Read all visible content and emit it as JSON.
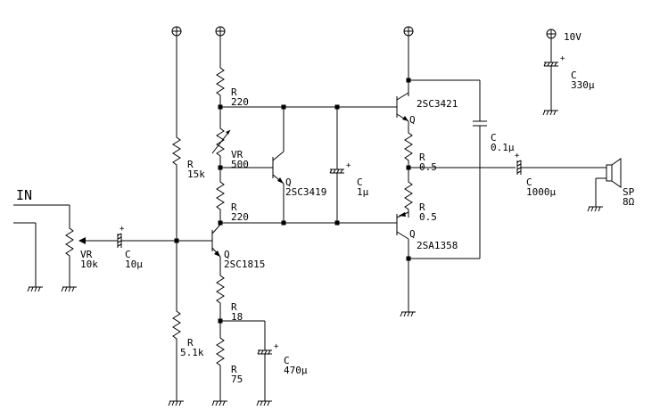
{
  "input_label": "IN",
  "supply": {
    "voltage": "10V",
    "cap_ref": "C",
    "cap_value": "330μ"
  },
  "components": {
    "vr_in": {
      "ref": "VR",
      "value": "10k"
    },
    "c_in": {
      "ref": "C",
      "value": "10μ"
    },
    "r_bias_top": {
      "ref": "R",
      "value": "15k"
    },
    "r_bias_bot": {
      "ref": "R",
      "value": "5.1k"
    },
    "q_driver": {
      "ref": "Q",
      "part": "2SC1815"
    },
    "r_emit_top": {
      "ref": "R",
      "value": "18"
    },
    "r_emit_bot": {
      "ref": "R",
      "value": "75"
    },
    "c_emit": {
      "ref": "C",
      "value": "470μ"
    },
    "r_load_top": {
      "ref": "R",
      "value": "220"
    },
    "vr_bias": {
      "ref": "VR",
      "value": "500"
    },
    "r_load_bot": {
      "ref": "R",
      "value": "220"
    },
    "q_vbe": {
      "ref": "Q",
      "part": "2SC3419"
    },
    "c_bias": {
      "ref": "C",
      "value": "1μ"
    },
    "q_top": {
      "ref": "Q",
      "part": "2SC3421"
    },
    "r_top": {
      "ref": "R",
      "value": "0.5"
    },
    "r_bot": {
      "ref": "R",
      "value": "0.5"
    },
    "q_bot": {
      "ref": "Q",
      "part": "2SA1358"
    },
    "c_boot": {
      "ref": "C",
      "value": "0.1μ"
    },
    "c_out": {
      "ref": "C",
      "value": "1000μ"
    },
    "speaker": {
      "ref": "SP",
      "value": "8Ω"
    }
  }
}
